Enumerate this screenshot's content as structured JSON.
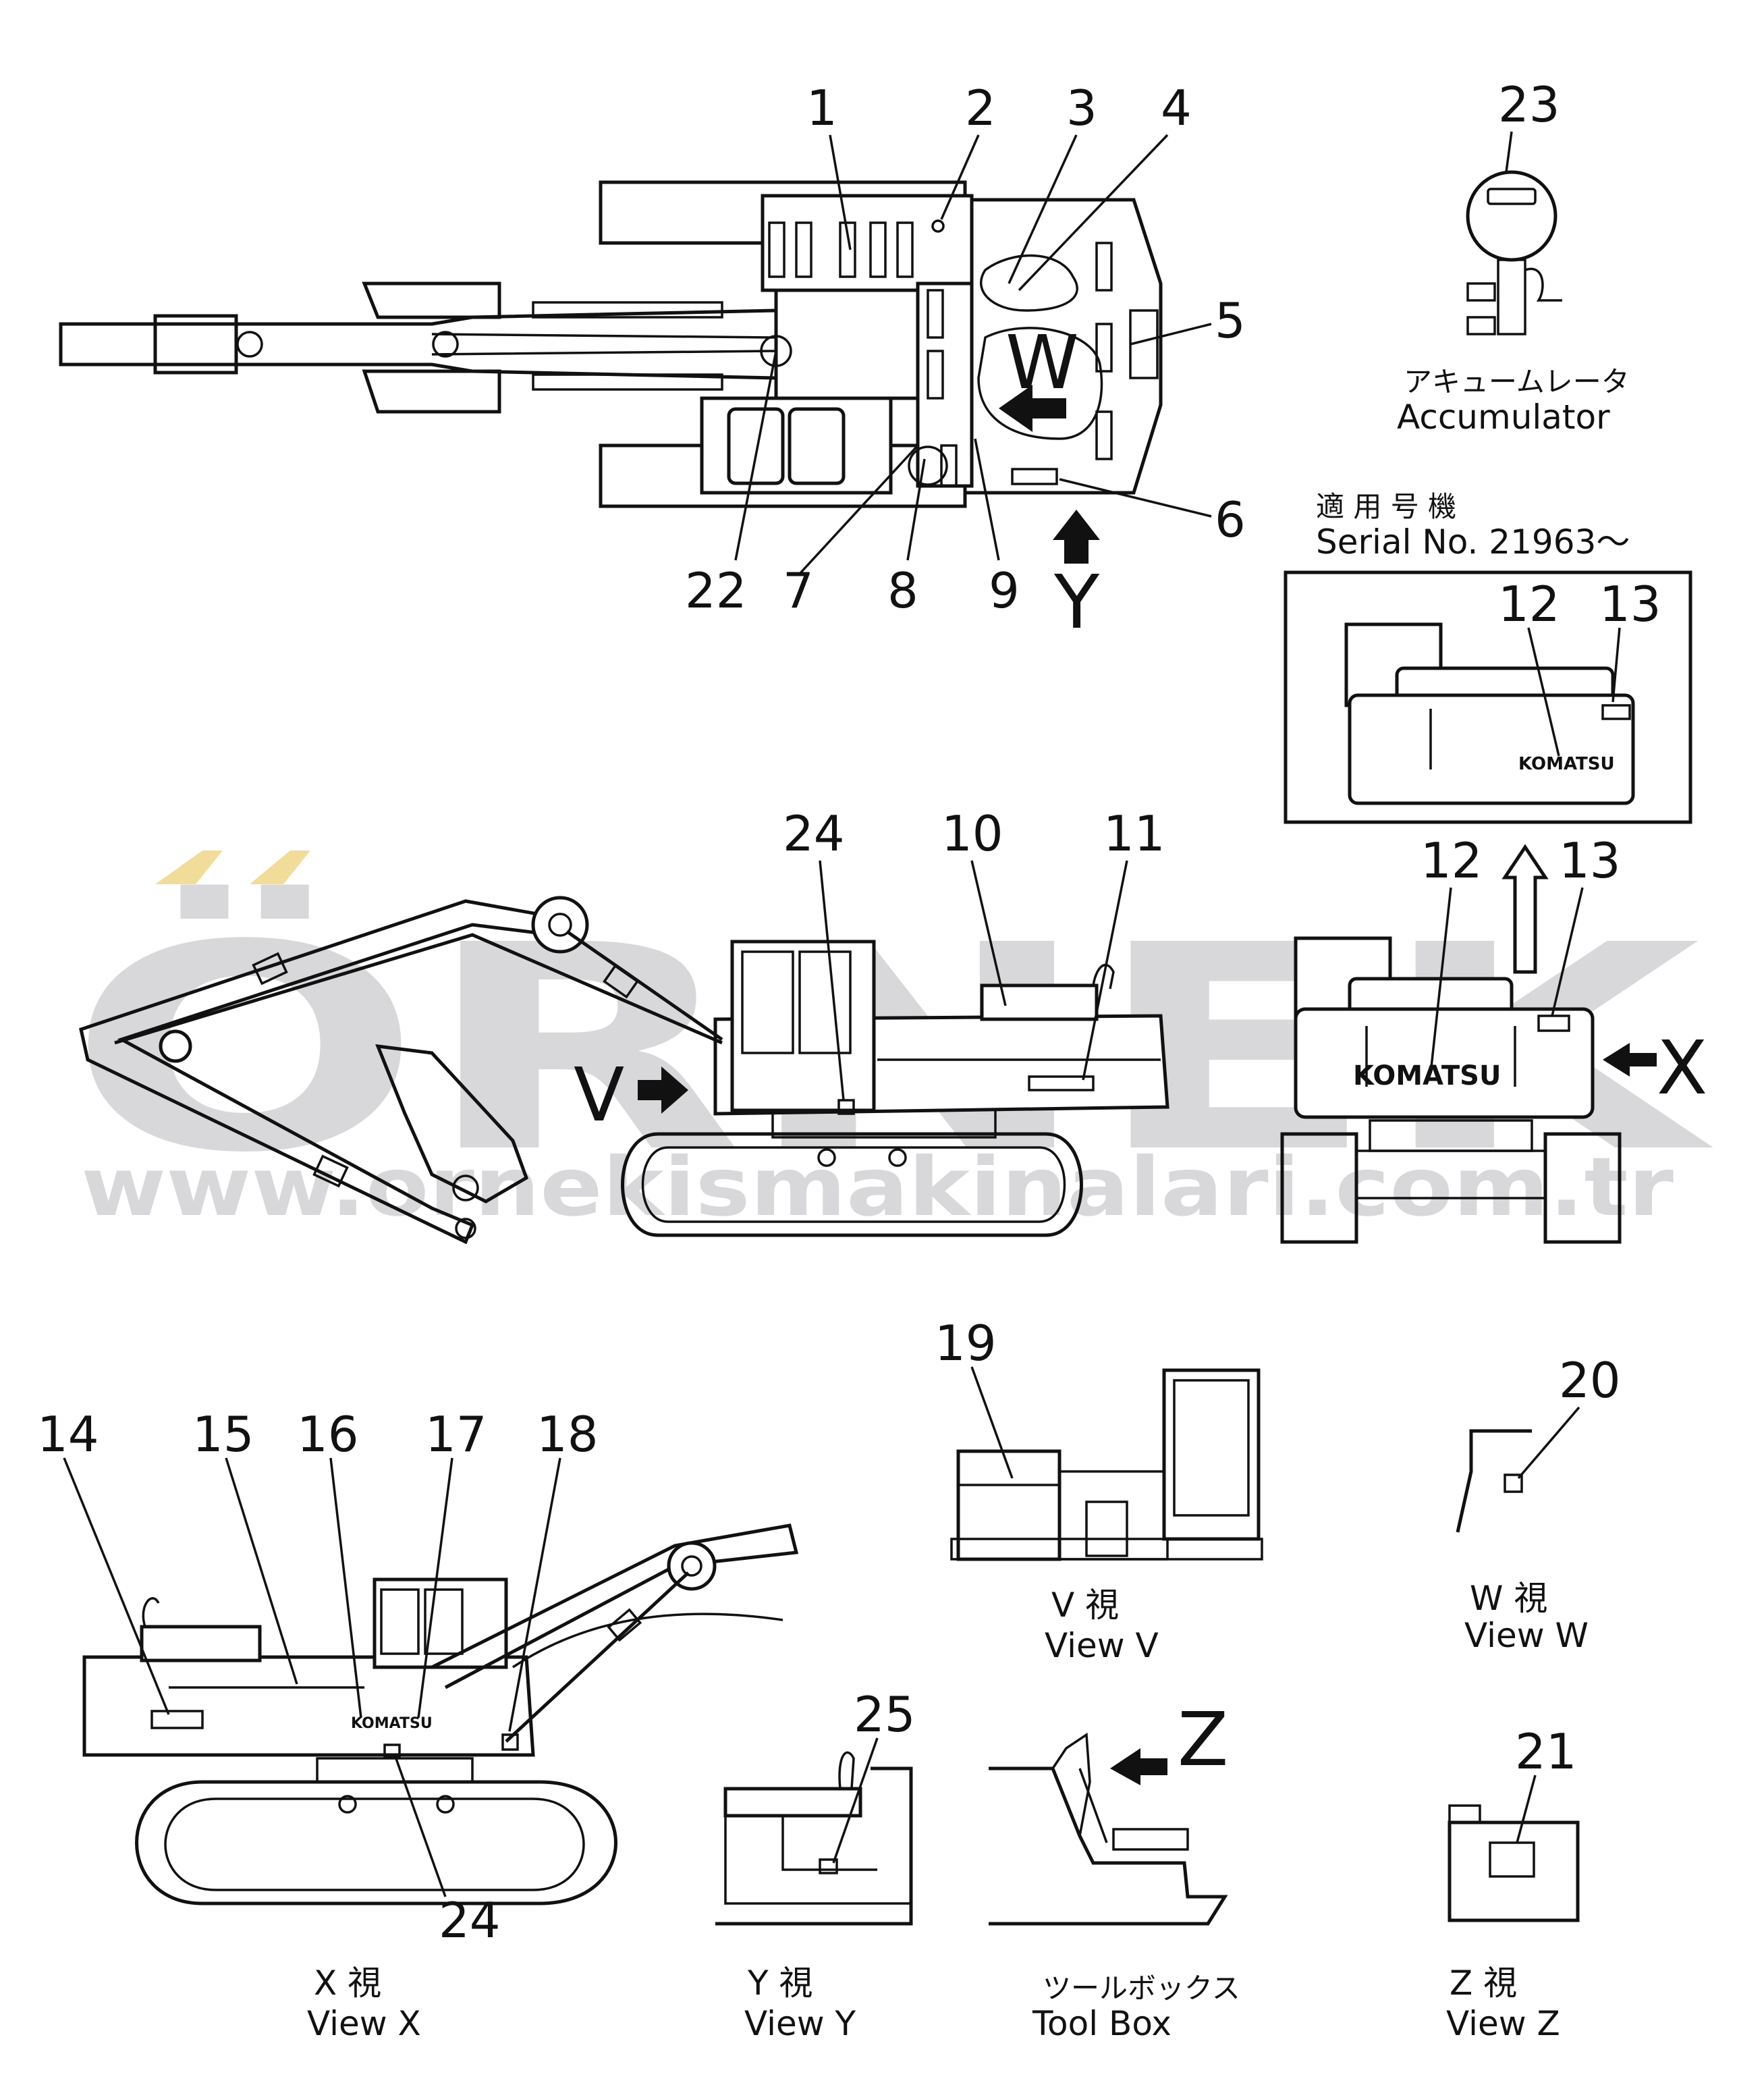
{
  "watermark": {
    "brand": "ÖRNEK",
    "url": "www.ornekismakinalari.com.tr"
  },
  "callouts": {
    "c1": "1",
    "c2": "2",
    "c3": "3",
    "c4": "4",
    "c5": "5",
    "c6": "6",
    "c7": "7",
    "c8": "8",
    "c9": "9",
    "c10": "10",
    "c11": "11",
    "c12a": "12",
    "c13a": "13",
    "c12b": "12",
    "c13b": "13",
    "c14": "14",
    "c15": "15",
    "c16": "16",
    "c17": "17",
    "c18": "18",
    "c19": "19",
    "c20": "20",
    "c21": "21",
    "c22": "22",
    "c23": "23",
    "c24a": "24",
    "c24b": "24",
    "c25": "25"
  },
  "markers": {
    "W": "W",
    "Y": "Y",
    "V": "V",
    "X": "X",
    "Z": "Z"
  },
  "brand_text": {
    "komatsu_large": "KOMATSU",
    "komatsu_small": "KOMATSU",
    "komatsu_side": "KOMATSU"
  },
  "accumulator": {
    "jp": "アキュームレータ",
    "en": "Accumulator"
  },
  "serial": {
    "jp": "適 用 号 機",
    "en": "Serial   No.  21963～"
  },
  "views": {
    "V": {
      "jp": "V     視",
      "en": "View  V"
    },
    "W": {
      "jp": "W     視",
      "en": "View  W"
    },
    "X": {
      "jp": "X     視",
      "en": "View  X"
    },
    "Y": {
      "jp": "Y     視",
      "en": "View  Y"
    },
    "toolbox": {
      "jp": "ツールボックス",
      "en": "Tool  Box"
    },
    "Z": {
      "jp": "Z     視",
      "en": "View  Z"
    }
  }
}
